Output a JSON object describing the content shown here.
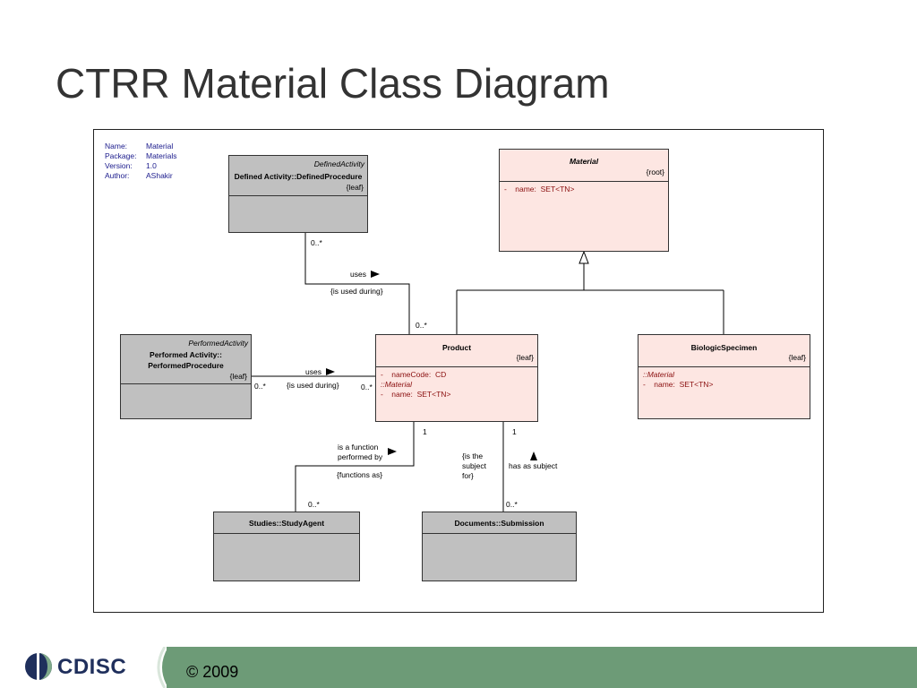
{
  "title": "CTRR Material Class Diagram",
  "meta": [
    {
      "key": "Name:",
      "value": "Material"
    },
    {
      "key": "Package:",
      "value": "Materials"
    },
    {
      "key": "Version:",
      "value": "1.0"
    },
    {
      "key": "Author:",
      "value": "AShakir"
    }
  ],
  "classes": {
    "defined_activity": {
      "stereotype": "DefinedActivity",
      "name": "Defined Activity::DefinedProcedure",
      "tag": "{leaf}"
    },
    "material": {
      "name": "Material",
      "tag": "{root}",
      "attrs": [
        "-    name:  SET<TN>"
      ]
    },
    "performed_activity": {
      "stereotype": "PerformedActivity",
      "name_line1": "Performed Activity::",
      "name_line2": "PerformedProcedure",
      "tag": "{leaf}"
    },
    "product": {
      "name": "Product",
      "tag": "{leaf}",
      "attr1": "-    nameCode:  CD",
      "inherited": "::Material",
      "attr2": "-    name:  SET<TN>"
    },
    "biologic_specimen": {
      "name": "BiologicSpecimen",
      "tag": "{leaf}",
      "inherited": "::Material",
      "attr1": "-    name:  SET<TN>"
    },
    "study_agent": {
      "name": "Studies::StudyAgent"
    },
    "submission": {
      "name": "Documents::Submission"
    }
  },
  "labels": {
    "da_mult": "0..*",
    "uses1": "uses",
    "is_used_during1": "{is used during}",
    "product_mult_top": "0..*",
    "uses2": "uses",
    "pa_mult": "0..*",
    "is_used_during2": "{is used during}",
    "product_mult_left": "0..*",
    "mult_1a": "1",
    "mult_1b": "1",
    "is_function_line1": "is a function",
    "is_function_line2": "performed by",
    "functions_as": "{functions as}",
    "is_the_line1": "{is the",
    "is_the_line2": "subject",
    "is_the_line3": "for}",
    "has_as_subject": "has as subject",
    "sa_mult": "0..*",
    "sub_mult": "0..*"
  },
  "footer": {
    "copyright": "© 2009",
    "logo": "CDISC"
  },
  "colors": {
    "grey_class": "#c0c0c0",
    "pink_class": "#fde6e2",
    "footer_green": "#6d9b77",
    "attr_text": "#8b1010",
    "meta_text": "#1a1a8c"
  }
}
